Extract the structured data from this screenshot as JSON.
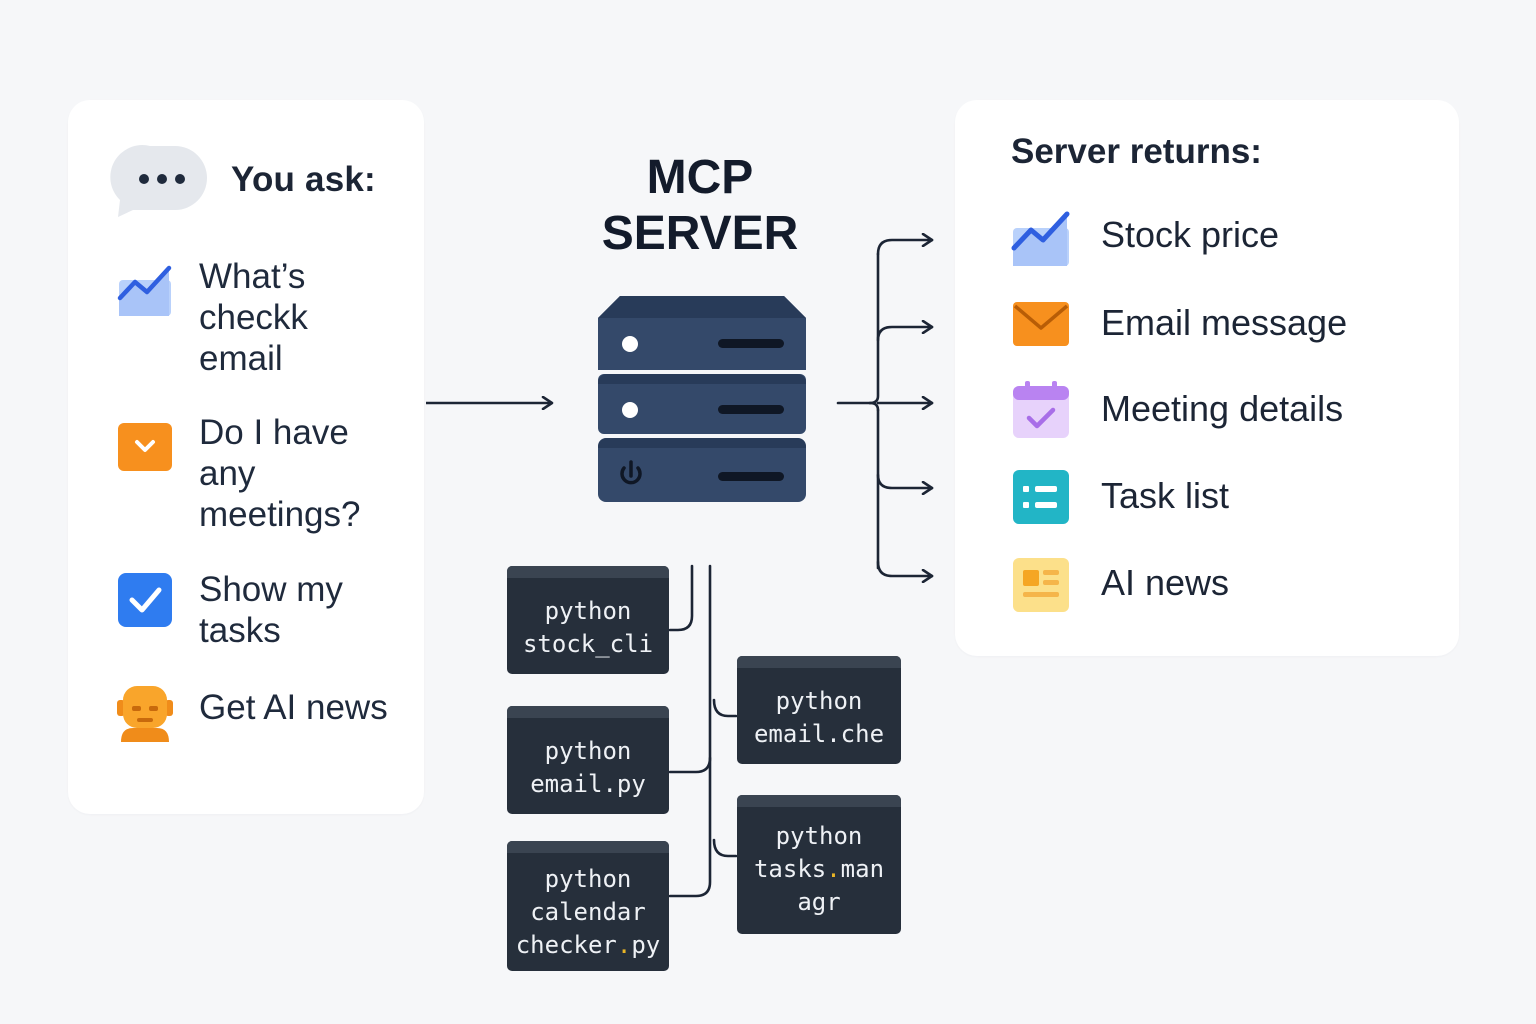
{
  "left_panel": {
    "title": "You ask:",
    "questions": [
      {
        "text": "What’s checkk email",
        "icon": "chart-up-icon"
      },
      {
        "text": "Do I have any meetings?",
        "icon": "chevron-down-box-icon"
      },
      {
        "text": "Show my tasks",
        "icon": "checkbox-icon"
      },
      {
        "text": "Get AI news",
        "icon": "robot-icon"
      }
    ]
  },
  "server": {
    "title_line1": "MCP",
    "title_line2": "SERVER",
    "icon": "server-stack-icon"
  },
  "scripts": [
    {
      "line1": "python",
      "line2": "stock",
      "sep2": "_",
      "line2b": "cli",
      "line3": ""
    },
    {
      "line1": "python",
      "line2": "email",
      "sep2": ".",
      "line2b": "py",
      "line3": ""
    },
    {
      "line1": "python",
      "line2": "calendar",
      "sep2": "",
      "line2b": "",
      "line3a": "checker",
      "sep3": ".",
      "line3b": "py"
    },
    {
      "line1": "python",
      "line2": "email",
      "sep2": ".",
      "line2b": "che",
      "line3": ""
    },
    {
      "line1": "python",
      "line2": "tasks",
      "sep2": ".",
      "line2b": "man",
      "line3": "agr"
    }
  ],
  "right_panel": {
    "title": "Server returns:",
    "results": [
      {
        "label": "Stock price",
        "icon": "chart-up-icon"
      },
      {
        "label": "Email message",
        "icon": "envelope-icon"
      },
      {
        "label": "Meeting details",
        "icon": "calendar-check-icon"
      },
      {
        "label": "Task list",
        "icon": "list-icon"
      },
      {
        "label": "AI news",
        "icon": "newspaper-icon"
      }
    ]
  },
  "colors": {
    "background": "#f6f7f9",
    "card": "#ffffff",
    "text": "#1c2535",
    "server": "#324a6b",
    "terminal": "#262f3b",
    "chart_blue": "#2f5fe0",
    "orange": "#f7901e",
    "purple": "#b983f1",
    "teal": "#22b5c6",
    "yellow": "#fbd56b"
  }
}
